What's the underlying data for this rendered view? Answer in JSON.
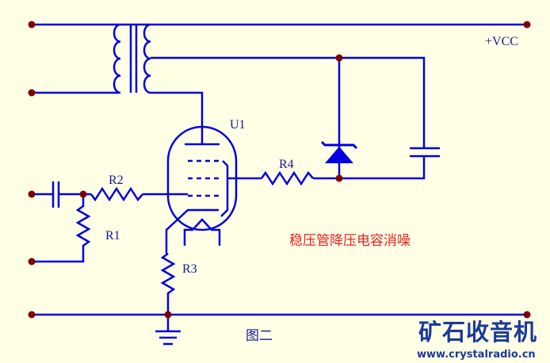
{
  "labels": {
    "u1": "U1",
    "r1": "R1",
    "r2": "R2",
    "r3": "R3",
    "r4": "R4",
    "vcc": "+VCC"
  },
  "annotation": "稳压管降压电容消噪",
  "caption": "图二",
  "logo": {
    "title": "矿石收音机",
    "url": "www.crystalradio.cn"
  },
  "colors": {
    "wire": "#0000e0",
    "node": "#800000",
    "annotation": "#e82020",
    "background": "#FFFFE6"
  }
}
